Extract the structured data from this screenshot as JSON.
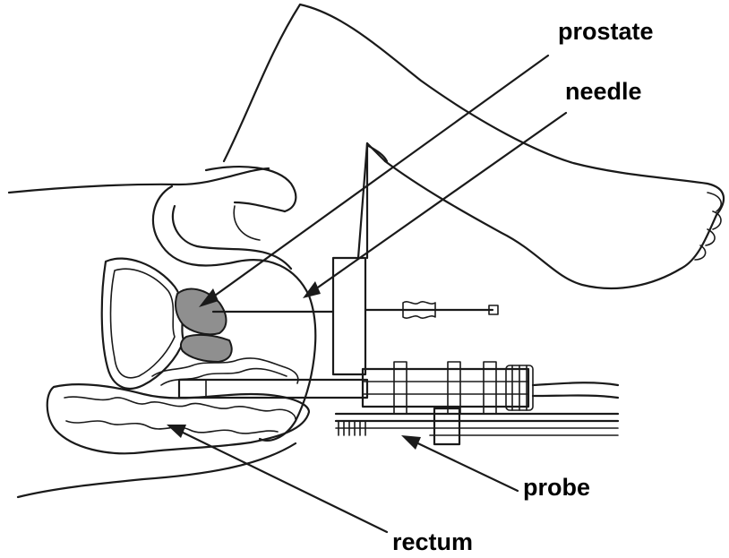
{
  "labels": {
    "prostate": "prostate",
    "needle": "needle",
    "probe": "probe",
    "rectum": "rectum"
  },
  "colors": {
    "ink": "#1a1a1a",
    "organ_fill": "#8f8f8f",
    "background": "#ffffff"
  }
}
